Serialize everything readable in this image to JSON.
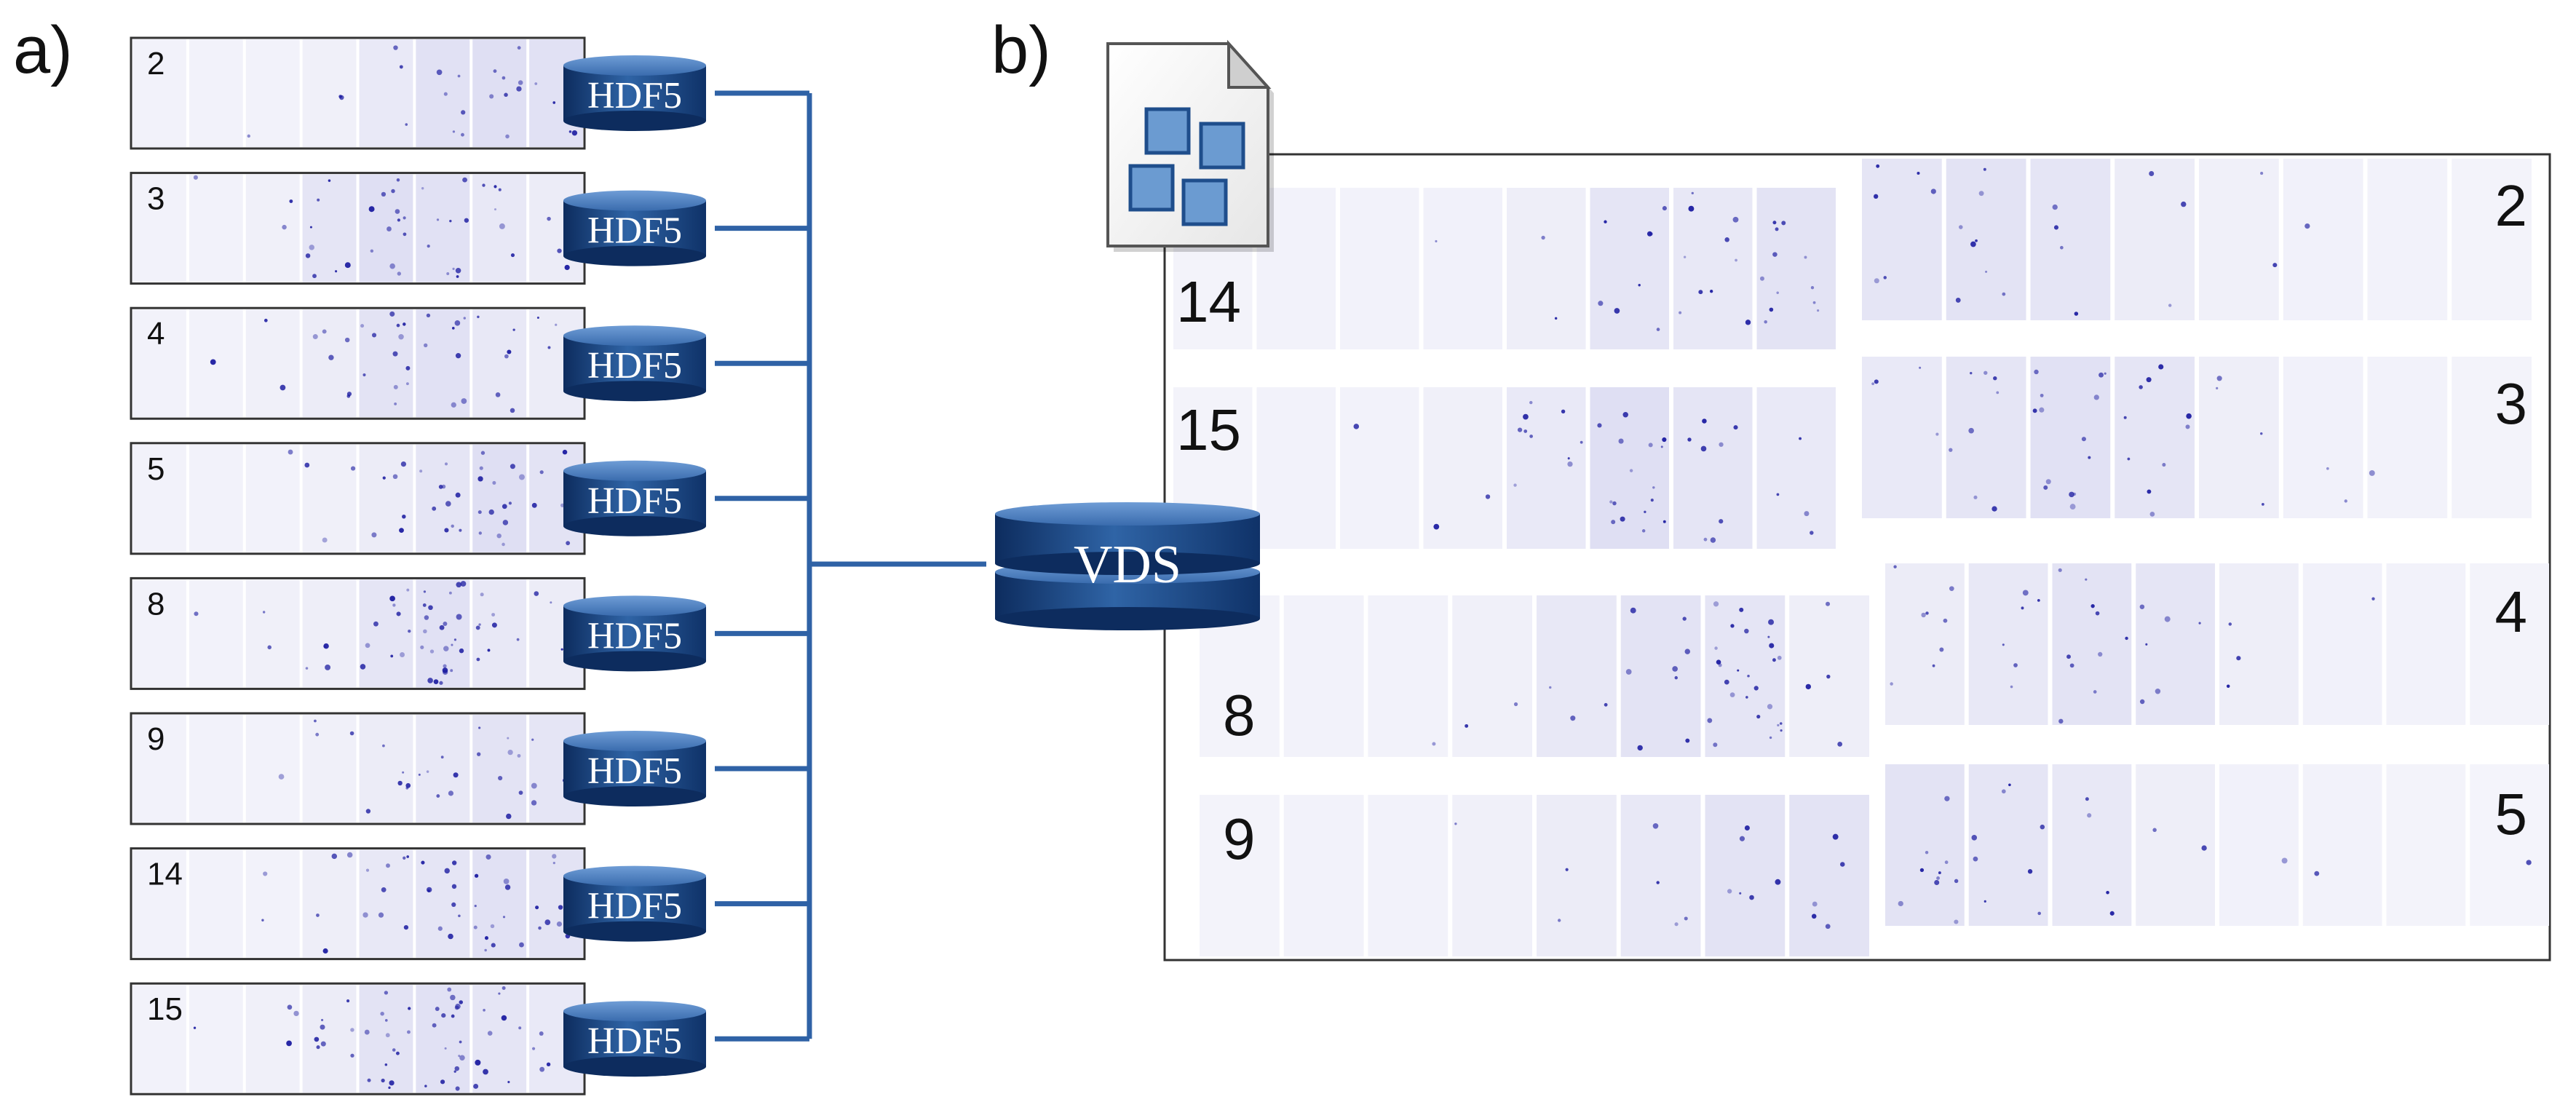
{
  "panel_a": {
    "label": "a)",
    "modules": [
      {
        "id": "2",
        "file_label": "HDF5"
      },
      {
        "id": "3",
        "file_label": "HDF5"
      },
      {
        "id": "4",
        "file_label": "HDF5"
      },
      {
        "id": "5",
        "file_label": "HDF5"
      },
      {
        "id": "8",
        "file_label": "HDF5"
      },
      {
        "id": "9",
        "file_label": "HDF5"
      },
      {
        "id": "14",
        "file_label": "HDF5"
      },
      {
        "id": "15",
        "file_label": "HDF5"
      }
    ]
  },
  "hub": {
    "label": "VDS"
  },
  "panel_b": {
    "label": "b)",
    "file_icon": "dataset-file-icon",
    "modules_left": [
      {
        "id": "14"
      },
      {
        "id": "15"
      },
      {
        "id": "8"
      },
      {
        "id": "9"
      }
    ],
    "modules_right": [
      {
        "id": "2"
      },
      {
        "id": "3"
      },
      {
        "id": "4"
      },
      {
        "id": "5"
      }
    ]
  },
  "colors": {
    "drum_dark": "#0d2c5e",
    "drum_mid": "#23538f",
    "drum_light": "#4f82bf",
    "connector": "#2f62a6",
    "spot": "#1a1aa0",
    "tile_tint": "#c9c9ec",
    "icon_fill": "#6b9bd1",
    "icon_stroke": "#1f4e8c"
  }
}
